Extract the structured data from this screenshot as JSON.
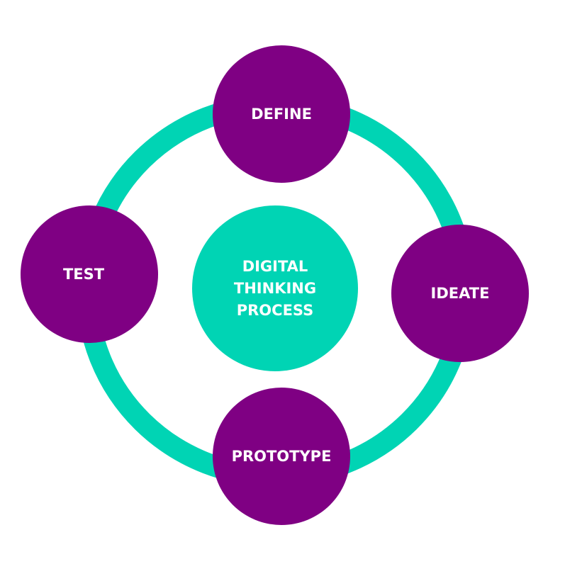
{
  "colors": {
    "ring": "#00d4b4",
    "stage": "#7f0083",
    "center": "#00d4b4",
    "text": "#ffffff"
  },
  "center": {
    "label_lines": [
      "DIGITAL",
      "THINKING",
      "PROCESS"
    ]
  },
  "stages": [
    {
      "label": "DEFINE"
    },
    {
      "label": "IDEATE"
    },
    {
      "label": "PROTOTYPE"
    },
    {
      "label": "TEST"
    }
  ]
}
